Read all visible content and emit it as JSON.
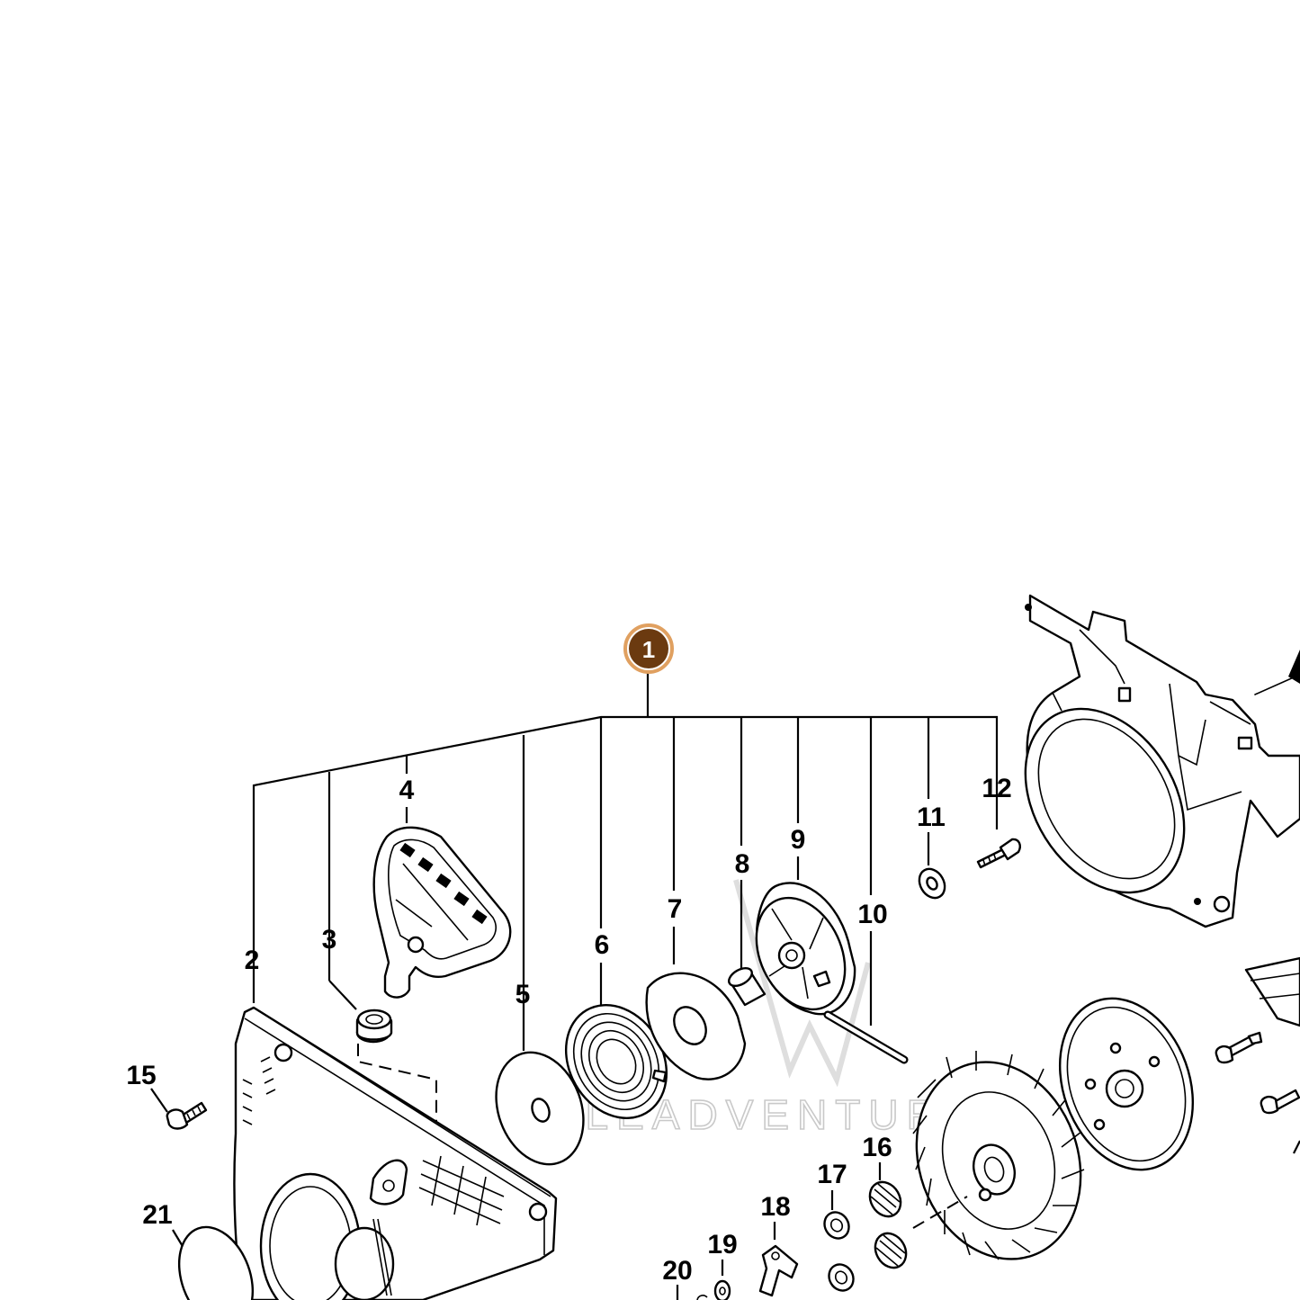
{
  "callout": {
    "number": "1",
    "color": "#6b3a10",
    "ring_color": "#e0a060"
  },
  "labels": {
    "l2": "2",
    "l3": "3",
    "l4": "4",
    "l5": "5",
    "l6": "6",
    "l7": "7",
    "l8": "8",
    "l9": "9",
    "l10": "10",
    "l11": "11",
    "l12": "12",
    "l15": "15",
    "l16": "16",
    "l17": "17",
    "l18": "18",
    "l19": "19",
    "l20": "20",
    "l21": "21"
  },
  "watermark": {
    "text": "LEADVENTURE"
  },
  "icons": [
    "starter-housing",
    "fan-housing",
    "starter-grip",
    "rope-pulley",
    "flywheel",
    "rewind-spring",
    "washer",
    "screw",
    "spring"
  ]
}
